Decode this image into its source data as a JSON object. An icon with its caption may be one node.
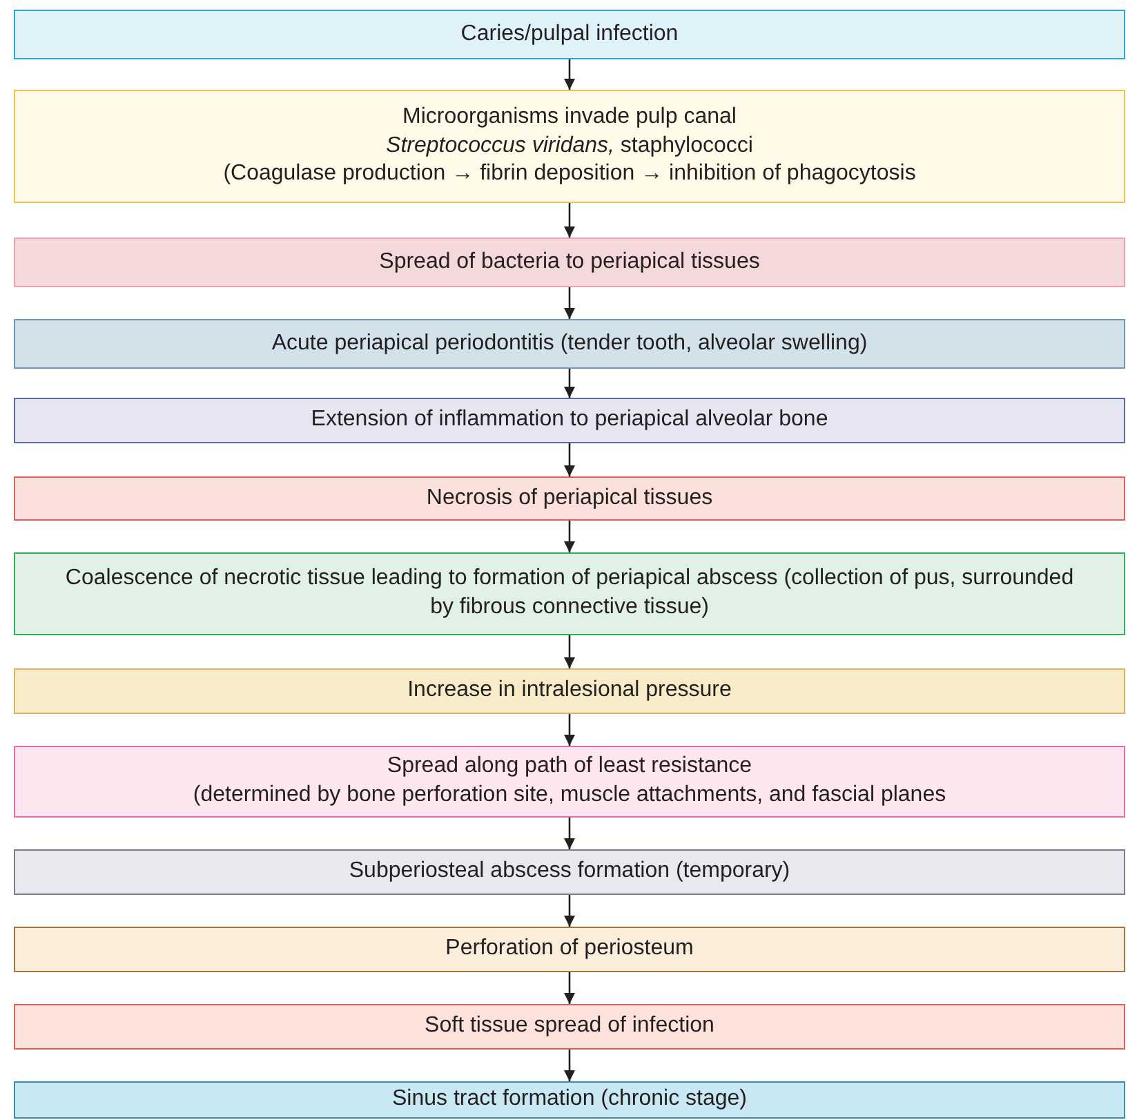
{
  "diagram": {
    "nodes": [
      {
        "text": [
          "Caries/pulpal infection"
        ]
      },
      {
        "text": [
          "Microorganisms invade pulp canal",
          "*Streptococcus viridans,* staphylococci",
          "(Coagulase production → fibrin deposition → inhibition of phagocytosis"
        ]
      },
      {
        "text": [
          "Spread of bacteria to periapical tissues"
        ]
      },
      {
        "text": [
          "Acute periapical periodontitis (tender tooth, alveolar swelling)"
        ]
      },
      {
        "text": [
          "Extension of inflammation to periapical alveolar bone"
        ]
      },
      {
        "text": [
          "Necrosis of periapical tissues"
        ]
      },
      {
        "text": [
          "Coalescence of necrotic tissue leading to formation of periapical abscess (collection of pus, surrounded by fibrous connective tissue)"
        ]
      },
      {
        "text": [
          "Increase in intralesional pressure"
        ]
      },
      {
        "text": [
          "Spread along path of least resistance",
          "(determined by bone perforation site, muscle attachments, and fascial planes"
        ]
      },
      {
        "text": [
          "Subperiosteal abscess formation (temporary)"
        ]
      },
      {
        "text": [
          "Perforation of periosteum"
        ]
      },
      {
        "text": [
          "Soft tissue spread of infection"
        ]
      },
      {
        "text": [
          "Sinus tract formation (chronic stage)"
        ]
      }
    ],
    "edges": [
      {
        "from": 0,
        "to": 1,
        "arrow": "to"
      },
      {
        "from": 1,
        "to": 2,
        "arrow": "to"
      },
      {
        "from": 2,
        "to": 3,
        "arrow": "to"
      },
      {
        "from": 3,
        "to": 4,
        "arrow": "to"
      },
      {
        "from": 4,
        "to": 5,
        "arrow": "to"
      },
      {
        "from": 5,
        "to": 6,
        "arrow": "to"
      },
      {
        "from": 6,
        "to": 7,
        "arrow": "to"
      },
      {
        "from": 7,
        "to": 8,
        "arrow": "to"
      },
      {
        "from": 8,
        "to": 9,
        "arrow": "to"
      },
      {
        "from": 9,
        "to": 10,
        "arrow": "to"
      },
      {
        "from": 10,
        "to": 11,
        "arrow": "to"
      },
      {
        "from": 11,
        "to": 12,
        "arrow": "to"
      }
    ]
  }
}
